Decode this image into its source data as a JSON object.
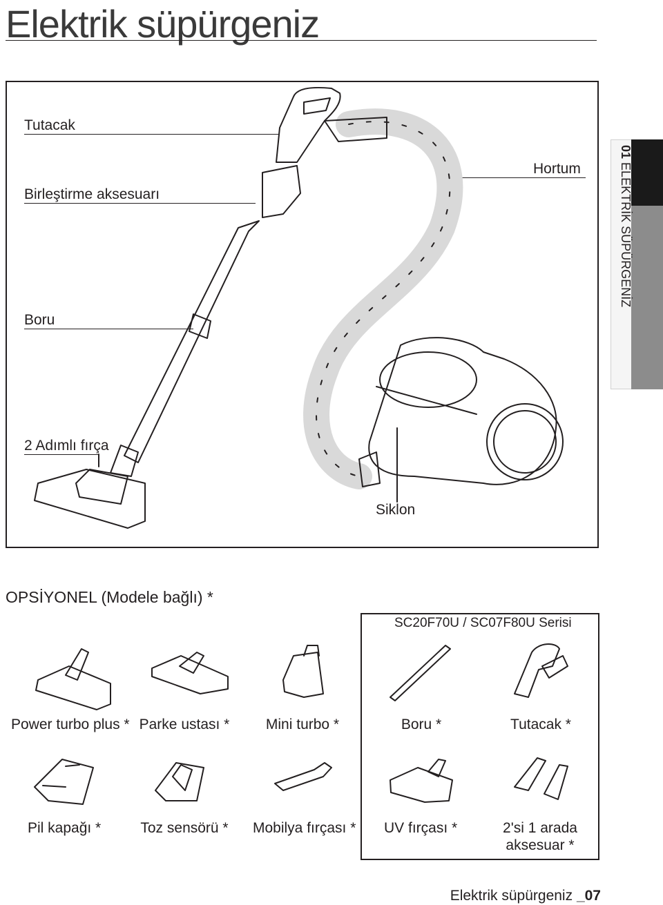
{
  "page": {
    "title": "Elektrik süpürgeniz",
    "footer_title": "Elektrik süpürgeniz",
    "footer_page": "_07"
  },
  "side_tab": {
    "number": "01",
    "text": "ELEKTRİK SÜPÜRGENİZ"
  },
  "diagram": {
    "labels": {
      "handle": "Tutacak",
      "combo_accessory": "Birleştirme aksesuarı",
      "pipe": "Boru",
      "two_step_brush": "2 Adımlı fırça",
      "hose": "Hortum",
      "cyclone": "Siklon"
    }
  },
  "optional": {
    "heading": "OPSİYONEL (Modele bağlı) *",
    "series_label": "SC20F70U / SC07F80U Serisi",
    "row1": [
      {
        "label": "Power turbo plus *",
        "icon": "power-turbo-brush-icon"
      },
      {
        "label": "Parke ustası *",
        "icon": "parquet-brush-icon"
      },
      {
        "label": "Mini turbo *",
        "icon": "mini-turbo-icon"
      },
      {
        "label": "Boru *",
        "icon": "pipe-icon"
      },
      {
        "label": "Tutacak *",
        "icon": "handle-icon"
      }
    ],
    "row2": [
      {
        "label": "Pil kapağı *",
        "icon": "battery-cover-icon"
      },
      {
        "label": "Toz sensörü *",
        "icon": "dust-sensor-icon"
      },
      {
        "label": "Mobilya fırçası *",
        "icon": "furniture-brush-icon"
      },
      {
        "label": "UV fırçası *",
        "icon": "uv-brush-icon"
      },
      {
        "label": "2'si 1 arada aksesuar *",
        "icon": "two-in-one-accessory-icon"
      }
    ]
  }
}
